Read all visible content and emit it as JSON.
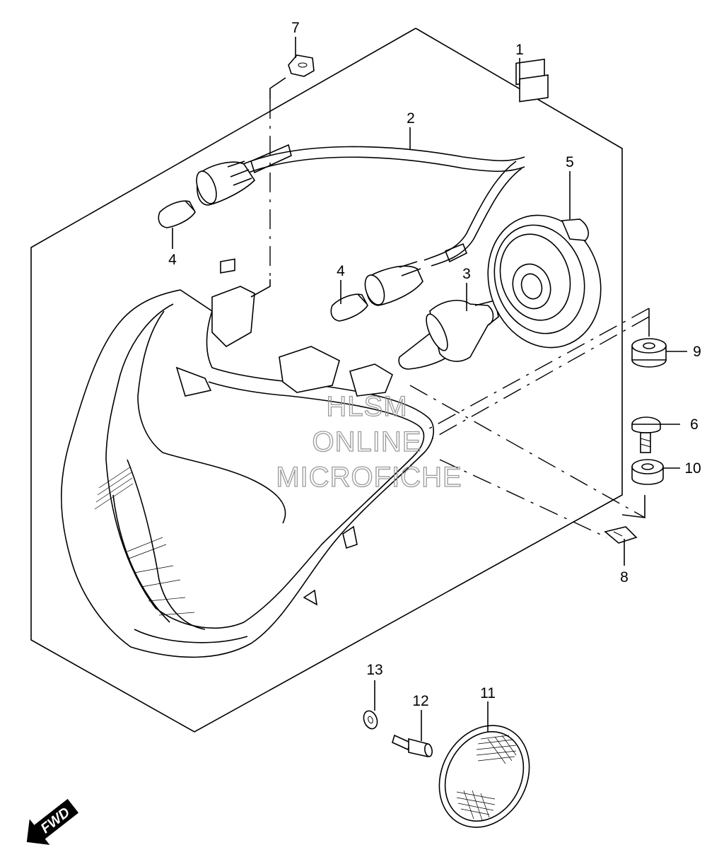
{
  "diagram": {
    "callouts": [
      {
        "id": "1",
        "text": "1"
      },
      {
        "id": "2",
        "text": "2"
      },
      {
        "id": "3",
        "text": "3"
      },
      {
        "id": "4a",
        "text": "4"
      },
      {
        "id": "4b",
        "text": "4"
      },
      {
        "id": "5",
        "text": "5"
      },
      {
        "id": "6",
        "text": "6"
      },
      {
        "id": "7",
        "text": "7"
      },
      {
        "id": "8",
        "text": "8"
      },
      {
        "id": "9",
        "text": "9"
      },
      {
        "id": "10",
        "text": "10"
      },
      {
        "id": "11",
        "text": "11"
      },
      {
        "id": "12",
        "text": "12"
      },
      {
        "id": "13",
        "text": "13"
      }
    ],
    "watermark": {
      "line1": "HLSM",
      "line2": "ONLINE",
      "line3": "MICROFICHE"
    },
    "direction_arrow": {
      "label": "FWD"
    }
  }
}
